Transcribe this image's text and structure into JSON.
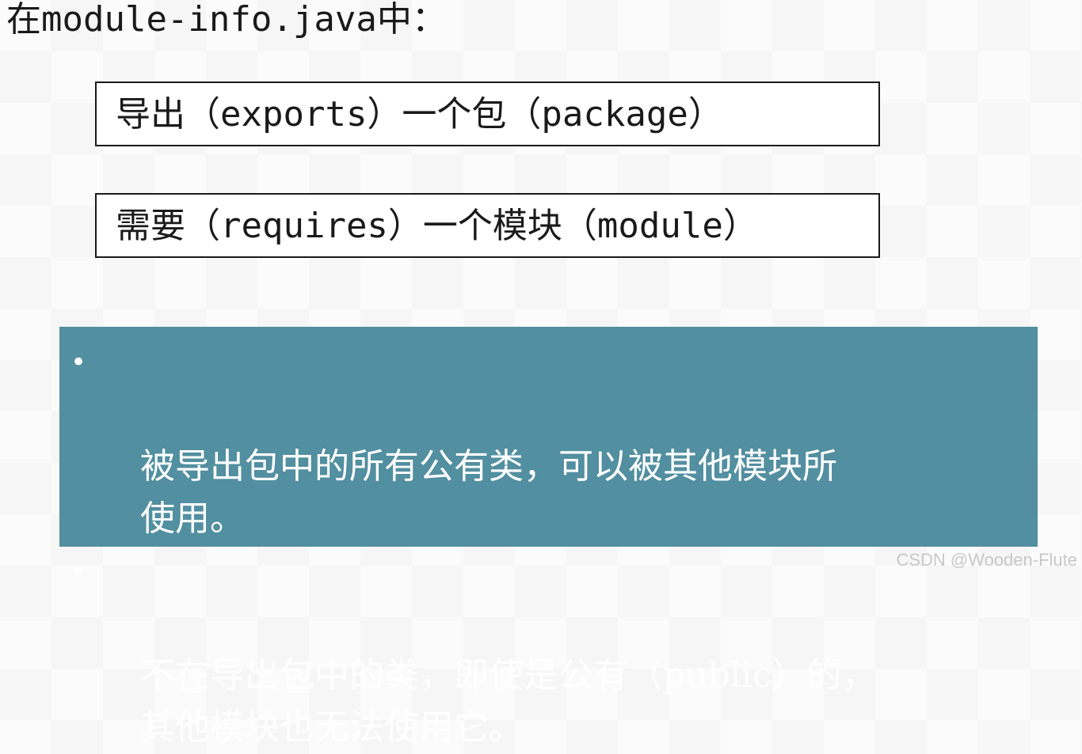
{
  "title": "在module-info.java中：",
  "boxes": [
    {
      "text": "导出（exports）一个包（package）"
    },
    {
      "text": "需要（requires）一个模块（module）"
    }
  ],
  "notes": {
    "bullet_symbol": "•",
    "items": [
      {
        "text": "被导出包中的所有公有类，可以被其他模块所\n使用。"
      },
      {
        "text": "不在导出包中的类，即使是公有（public）的，\n其他模块也无法使用它。"
      }
    ],
    "background_color": "#528fa0"
  },
  "watermark": "CSDN @Wooden-Flute"
}
